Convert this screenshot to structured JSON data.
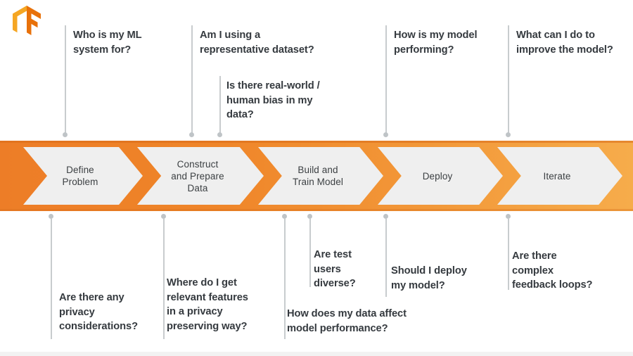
{
  "logo": {
    "name": "tensorflow-logo",
    "color_dark": "#E8710A",
    "color_light": "#F5A623"
  },
  "colors": {
    "bar_left": "#ED7D27",
    "bar_right": "#F6AC4B",
    "chevron_fill": "#EFEFEF",
    "text_dark": "#353A3F",
    "chevron_text": "#3C4043",
    "connector": "#C8CCCE"
  },
  "process": {
    "steps": [
      {
        "label": "Define\nProblem"
      },
      {
        "label": "Construct\nand Prepare\nData"
      },
      {
        "label": "Build and\nTrain Model"
      },
      {
        "label": "Deploy"
      },
      {
        "label": "Iterate"
      }
    ]
  },
  "questions_above": [
    {
      "text": "Who is my ML\nsystem for?"
    },
    {
      "text": "Am I using a\nrepresentative dataset?"
    },
    {
      "text": "Is there real-world /\nhuman bias in my\ndata?"
    },
    {
      "text": "How is my model\nperforming?"
    },
    {
      "text": "What can I do to\nimprove the model?"
    }
  ],
  "questions_below": [
    {
      "text": "Are there any\nprivacy\nconsiderations?"
    },
    {
      "text": "Where do I get\nrelevant features\nin a privacy\npreserving way?"
    },
    {
      "text": "Are test\nusers\ndiverse?"
    },
    {
      "text": "How does my data affect\nmodel performance?"
    },
    {
      "text": "Should I deploy\nmy model?"
    },
    {
      "text": "Are there\ncomplex\nfeedback loops?"
    }
  ]
}
